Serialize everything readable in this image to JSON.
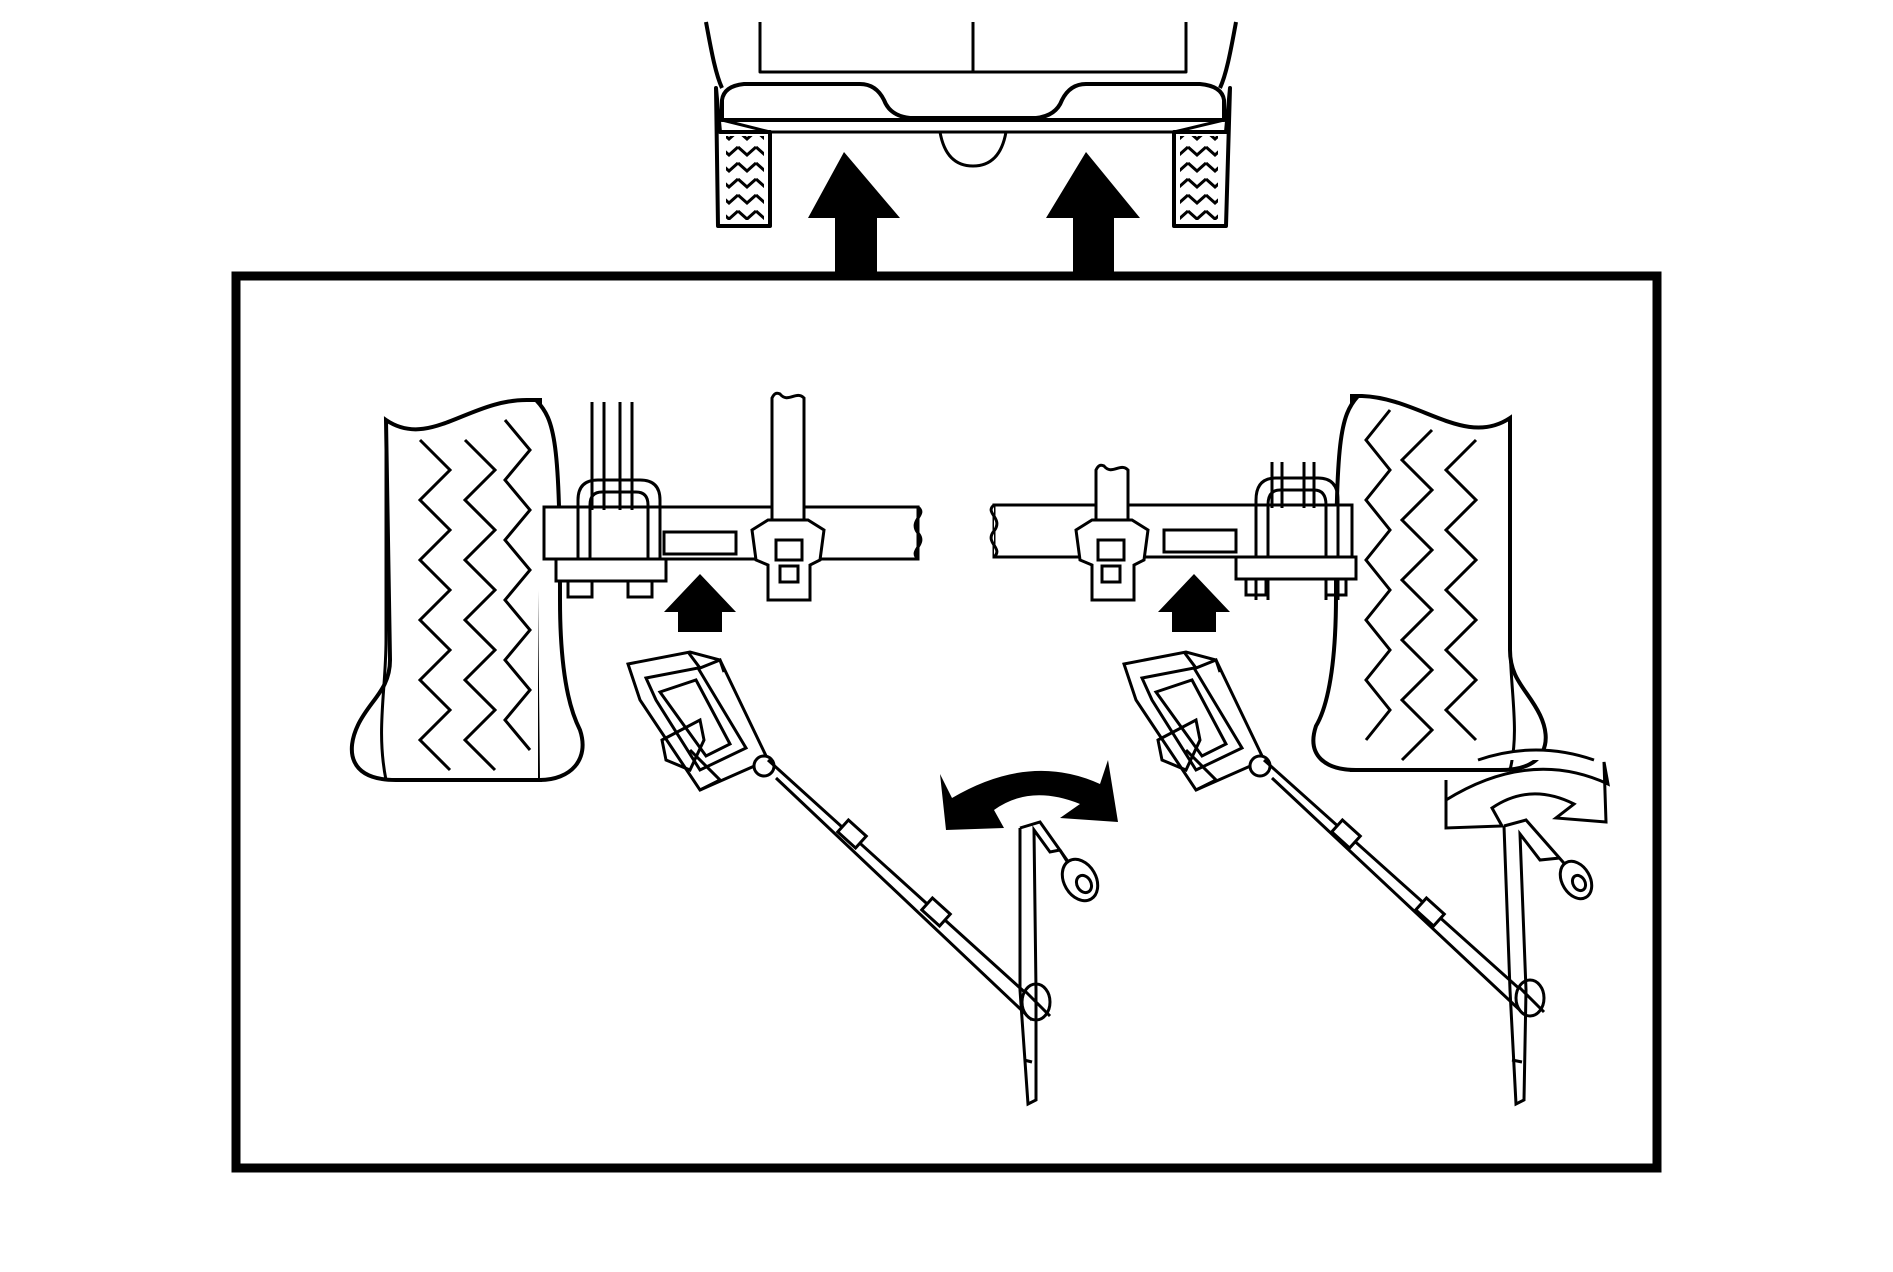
{
  "diagram": {
    "kind": "technical-line-illustration",
    "labels": [],
    "colors": {
      "line": "#000000",
      "background": "#ffffff"
    },
    "icons": [
      "vehicle-rear-view",
      "lift-arrow",
      "tire",
      "rear-axle",
      "u-bolt",
      "shock-absorber",
      "jack-pad-plate",
      "scissor-jack",
      "jack-handle",
      "wheel-wrench",
      "rotation-arrow"
    ]
  }
}
